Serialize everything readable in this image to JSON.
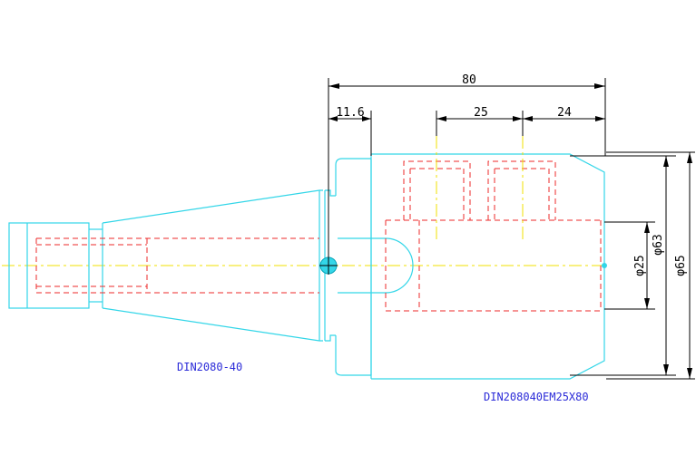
{
  "dimensions": {
    "overall_length": "80",
    "flange_offset": "11.6",
    "hole_spacing_1": "25",
    "hole_spacing_2": "24",
    "bore_diameter": "φ25",
    "body_diameter_inner": "φ63",
    "body_diameter_outer": "φ65"
  },
  "labels": {
    "taper_part": "DIN2080-40",
    "holder_part": "DIN208040EM25X80"
  },
  "colors": {
    "outline": "#33d6e8",
    "hidden_lines": "#ee2a2a",
    "center_lines": "#f0e000",
    "dimensions": "#000000",
    "label_text": "#2b2bd8"
  }
}
